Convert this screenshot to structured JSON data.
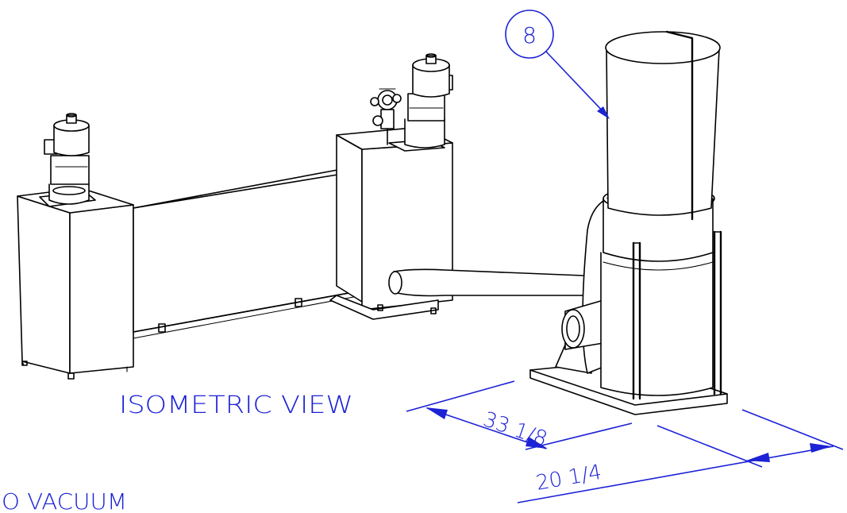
{
  "labels": {
    "view_title": "ISOMETRIC VIEW",
    "partial_label": "O VACUUM",
    "balloon_number": "8"
  },
  "dimensions": {
    "depth": "33 1/8",
    "width": "20 1/4"
  },
  "colors": {
    "annotation": "#1c22d6",
    "linework": "#000000",
    "background": "#ffffff"
  }
}
